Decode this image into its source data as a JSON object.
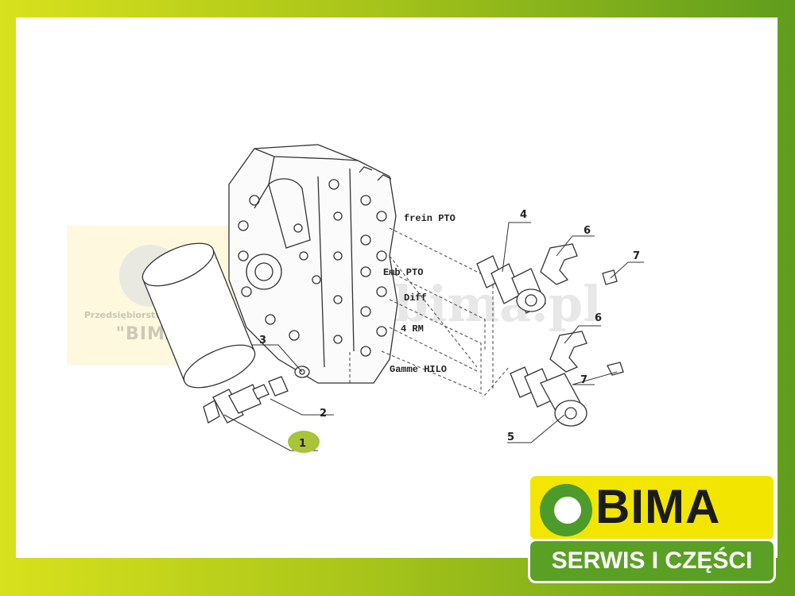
{
  "watermark": {
    "url_text": "www.bima.pl",
    "company_line": "Przedsiębiorstwo Handlowe",
    "company_name": "\"BIMA\""
  },
  "diagram": {
    "callouts": [
      "1",
      "2",
      "3",
      "4",
      "5",
      "6",
      "6",
      "7",
      "7"
    ],
    "labels": [
      "frein PTO",
      "Emb PTO",
      "Diff",
      "4 RM",
      "Gamme HILO"
    ],
    "highlight_color": "#a9c33a"
  },
  "logo": {
    "brand": "BIMA",
    "tagline": "SERWIS I CZĘŚCI",
    "colors": {
      "yellow": "#f2e600",
      "green": "#5aa025"
    }
  }
}
